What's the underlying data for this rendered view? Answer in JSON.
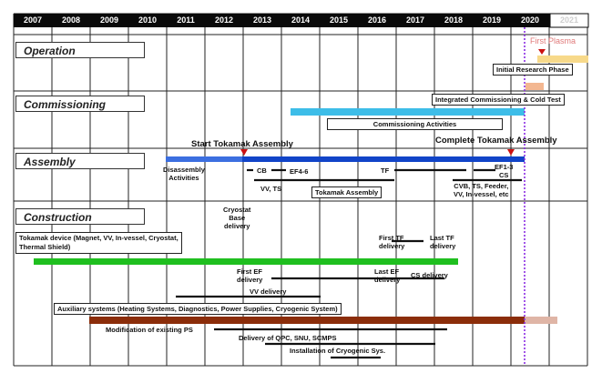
{
  "years": [
    "2007",
    "2008",
    "2009",
    "2010",
    "2011",
    "2012",
    "2013",
    "2014",
    "2015",
    "2016",
    "2017",
    "2018",
    "2019",
    "2020",
    "2021"
  ],
  "sections": {
    "operation": "Operation",
    "commissioning": "Commissioning",
    "assembly": "Assembly",
    "construction": "Construction"
  },
  "labels": {
    "first_plasma": "First Plasma",
    "initial_research": "Initial Research Phase",
    "integrated_commissioning": "Integrated Commissioning & Cold Test",
    "commissioning_activities": "Commissioning Activities",
    "start_assembly": "Start Tokamak Assembly",
    "complete_assembly": "Complete Tokamak Assembly",
    "disassembly": "Disassembly\nActivities",
    "cb": "CB",
    "ef46": "EF4-6",
    "vv_ts": "VV, TS",
    "tokamak_assembly": "Tokamak Assembly",
    "tf": "TF",
    "ef13_cs": "EF1-3\nCS",
    "cvb": "CVB, TS, Feeder,\nVV, In-vessel, etc",
    "cryostat": "Cryostat\nBase\ndelivery",
    "tokamak_device": "Tokamak device (Magnet, VV, In-vessel, Cryostat,\nThermal Shield)",
    "first_tf": "First TF\ndelivery",
    "last_tf": "Last TF\ndelivery",
    "first_ef": "First EF\ndelivery",
    "vv_delivery": "VV delivery",
    "last_ef": "Last EF\ndelivery",
    "cs_delivery": "CS delivery",
    "auxiliary": "Auxiliary systems (Heating Systems, Diagnostics, Power Supplies, Cryogenic System)",
    "modification_ps": "Modification of existing PS",
    "delivery_qpc": "Delivery of QPC, SNU, SCMPS",
    "installation_cryo": "Installation of Cryogenic Sys."
  },
  "colors": {
    "year_header": "#0a0a0a",
    "operation_bar": "#f7d98a",
    "operation_bar_small": "#f3b791",
    "commissioning_bar": "#3dbde8",
    "assembly_bar": "#1144c8",
    "construction_bar": "#1fbf1f",
    "auxiliary_bar": "#8b2d0a",
    "auxiliary_bar_fade": "#dfb5a6",
    "milestone": "#cc1111",
    "today_line": "#8a2be2"
  }
}
